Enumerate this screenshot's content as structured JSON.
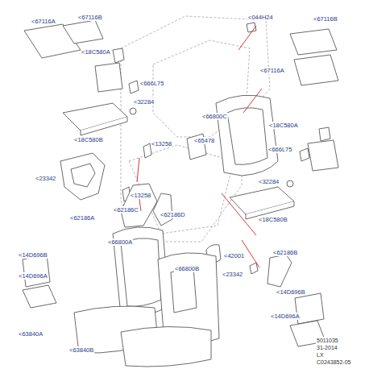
{
  "diagram": {
    "labels": [
      "<67116A",
      "<67116B",
      "<044H24",
      "<67116B",
      "<18C580A",
      "<666L75",
      "<67116A",
      "<32284",
      "<66800C",
      "<65478",
      "<18C580B",
      "<18C580A",
      "<13258",
      "<23342",
      "<666L75",
      "<32284",
      "<13258",
      "<62186C",
      "<62186D",
      "<62186A",
      "<18C580B",
      "<42001",
      "<66800A",
      "<66800B",
      "<62186B",
      "<14D696B",
      "<23342",
      "<14D696A",
      "<14D696B",
      "<14D696A",
      "<63840A",
      "<63840B",
      "5011035",
      "31-2014",
      "LX",
      "C0243852-05"
    ]
  }
}
